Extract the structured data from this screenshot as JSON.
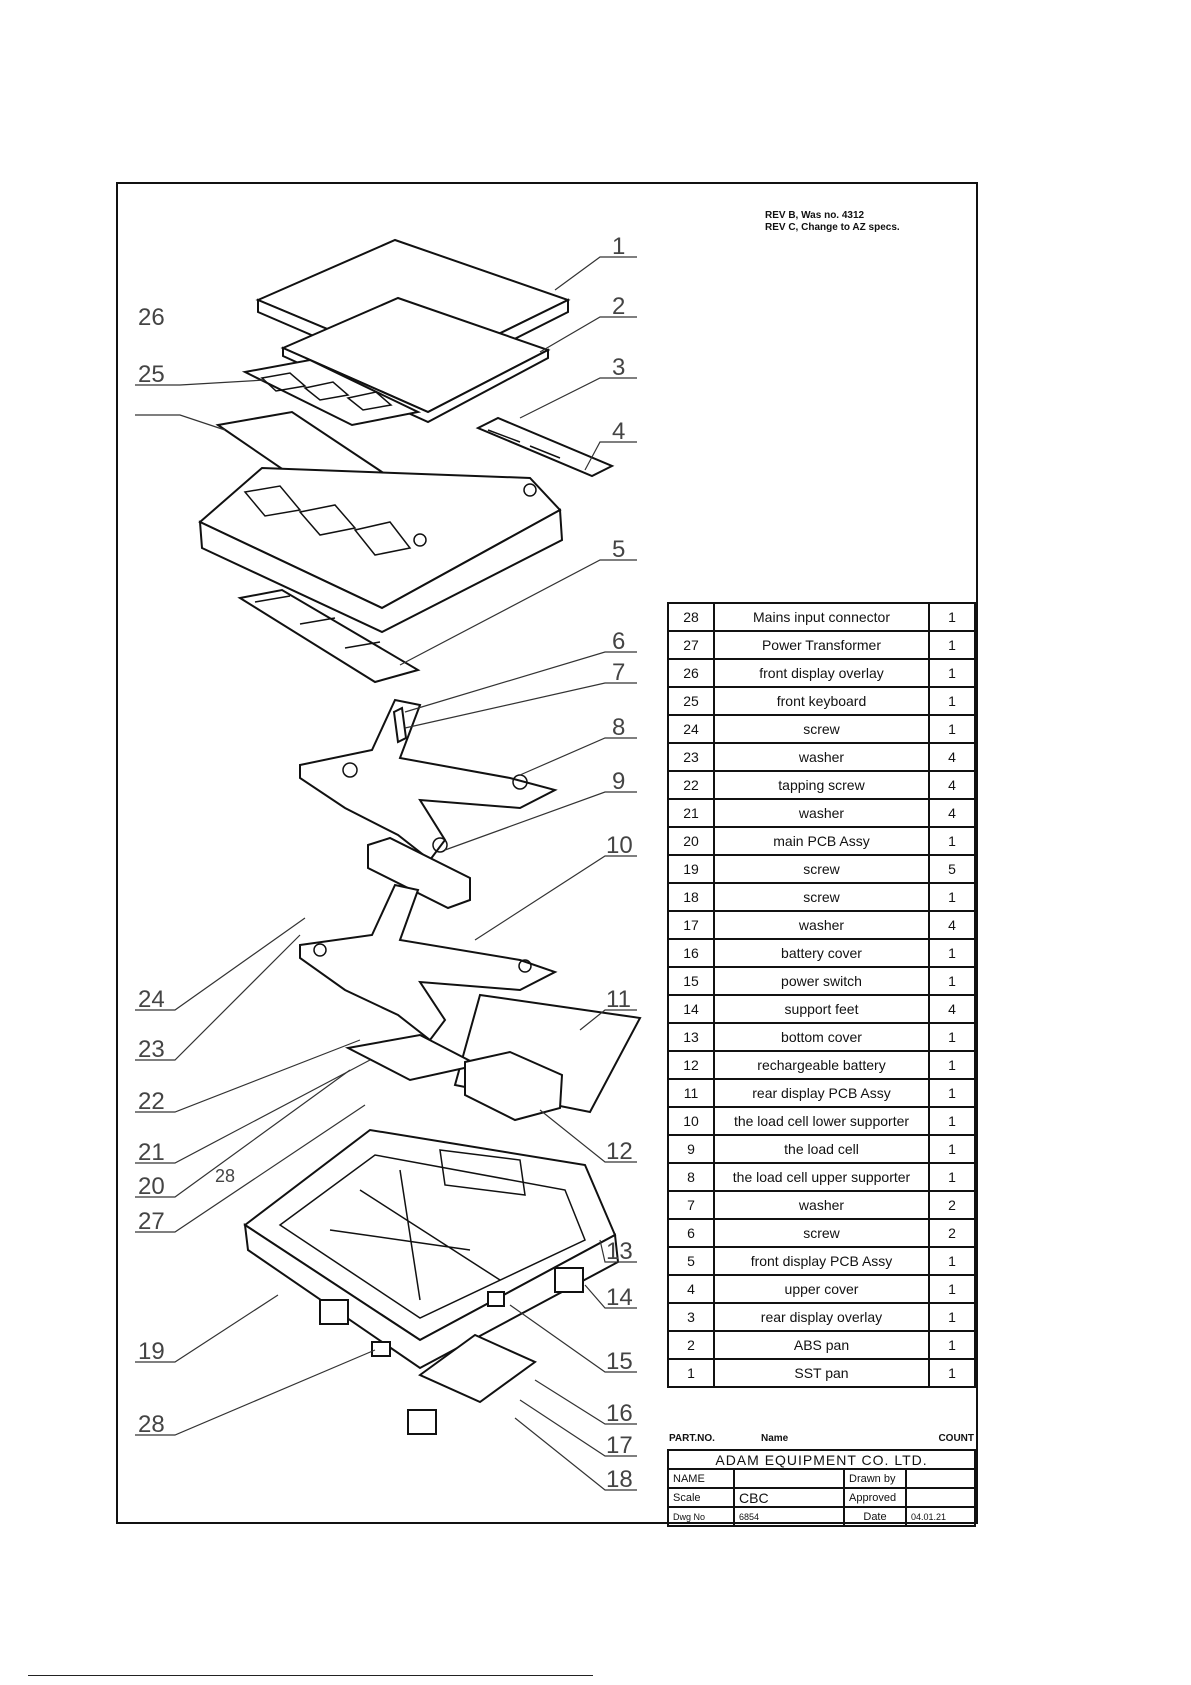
{
  "rev_notes": [
    "REV B, Was no. 4312",
    "REV C, Change to AZ specs."
  ],
  "callouts": [
    "1",
    "2",
    "3",
    "4",
    "5",
    "6",
    "7",
    "8",
    "9",
    "10",
    "11",
    "12",
    "13",
    "14",
    "15",
    "16",
    "17",
    "18",
    "19",
    "20",
    "21",
    "22",
    "23",
    "24",
    "25",
    "26",
    "27",
    "28"
  ],
  "parts": [
    {
      "no": "28",
      "name": "Mains input connector",
      "qty": "1"
    },
    {
      "no": "27",
      "name": "Power Transformer",
      "qty": "1"
    },
    {
      "no": "26",
      "name": "front display overlay",
      "qty": "1"
    },
    {
      "no": "25",
      "name": "front keyboard",
      "qty": "1"
    },
    {
      "no": "24",
      "name": "screw",
      "qty": "1"
    },
    {
      "no": "23",
      "name": "washer",
      "qty": "4"
    },
    {
      "no": "22",
      "name": "tapping screw",
      "qty": "4"
    },
    {
      "no": "21",
      "name": "washer",
      "qty": "4"
    },
    {
      "no": "20",
      "name": "main PCB Assy",
      "qty": "1"
    },
    {
      "no": "19",
      "name": "screw",
      "qty": "5"
    },
    {
      "no": "18",
      "name": "screw",
      "qty": "1"
    },
    {
      "no": "17",
      "name": "washer",
      "qty": "4"
    },
    {
      "no": "16",
      "name": "battery cover",
      "qty": "1"
    },
    {
      "no": "15",
      "name": "power switch",
      "qty": "1"
    },
    {
      "no": "14",
      "name": "support feet",
      "qty": "4"
    },
    {
      "no": "13",
      "name": "bottom cover",
      "qty": "1"
    },
    {
      "no": "12",
      "name": "rechargeable battery",
      "qty": "1"
    },
    {
      "no": "11",
      "name": "rear display PCB Assy",
      "qty": "1"
    },
    {
      "no": "10",
      "name": "the load cell lower supporter",
      "qty": "1"
    },
    {
      "no": "9",
      "name": "the load cell",
      "qty": "1"
    },
    {
      "no": "8",
      "name": "the load cell upper supporter",
      "qty": "1"
    },
    {
      "no": "7",
      "name": "washer",
      "qty": "2"
    },
    {
      "no": "6",
      "name": "screw",
      "qty": "2"
    },
    {
      "no": "5",
      "name": "front display PCB Assy",
      "qty": "1"
    },
    {
      "no": "4",
      "name": "upper cover",
      "qty": "1"
    },
    {
      "no": "3",
      "name": "rear display overlay",
      "qty": "1"
    },
    {
      "no": "2",
      "name": "ABS pan",
      "qty": "1"
    },
    {
      "no": "1",
      "name": "SST pan",
      "qty": "1"
    }
  ],
  "table_header": {
    "part_no": "PART.NO.",
    "name": "Name",
    "count": "COUNT"
  },
  "title_block": {
    "company": "ADAM EQUIPMENT CO. LTD.",
    "name_label": "NAME",
    "drawn_by_label": "Drawn by",
    "scale_label": "Scale",
    "scale_value": "CBC",
    "approved_label": "Approved",
    "dwg_no_label": "Dwg No",
    "dwg_no_value": "6854",
    "date_label": "Date",
    "date_value": "04.01.21"
  }
}
